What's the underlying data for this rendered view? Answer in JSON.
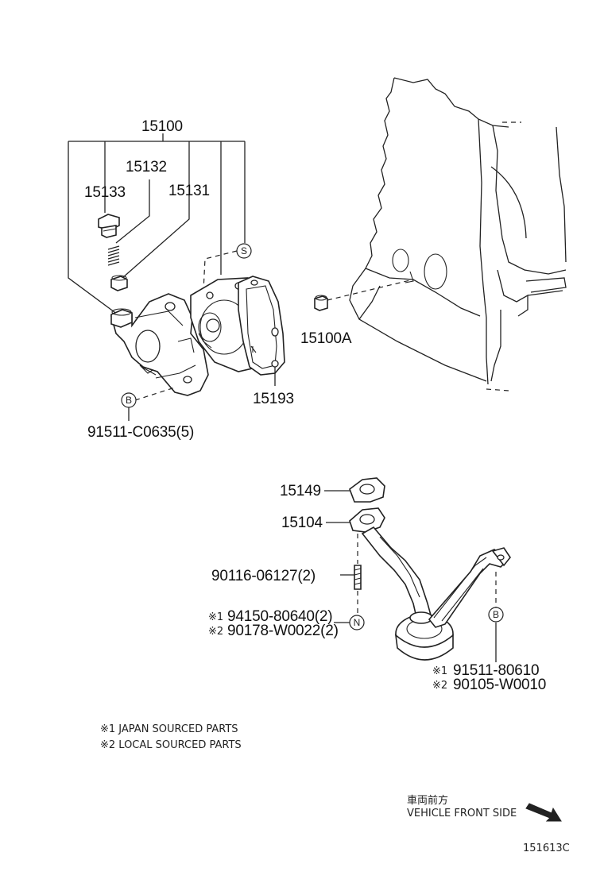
{
  "part_labels": {
    "p15100": "15100",
    "p15132": "15132",
    "p15133": "15133",
    "p15131": "15131",
    "p15100A": "15100A",
    "p15193": "15193",
    "p91511c": "91511-C0635(5)",
    "p15149": "15149",
    "p15104": "15104",
    "p90116": "90116-06127(2)",
    "p94150": "94150-80640(2)",
    "p90178": "90178-W0022(2)",
    "p91511_80610": "91511-80610",
    "p90105": "90105-W0010"
  },
  "prefixes": {
    "x1": "※1",
    "x2": "※2"
  },
  "markers": {
    "S": "S",
    "B": "B",
    "N": "N"
  },
  "notes": {
    "japan": "※1 JAPAN SOURCED PARTS",
    "local": "※2 LOCAL SOURCED PARTS"
  },
  "direction": {
    "jp": "車両前方",
    "en": "VEHICLE FRONT SIDE"
  },
  "figure_code": "151613C"
}
